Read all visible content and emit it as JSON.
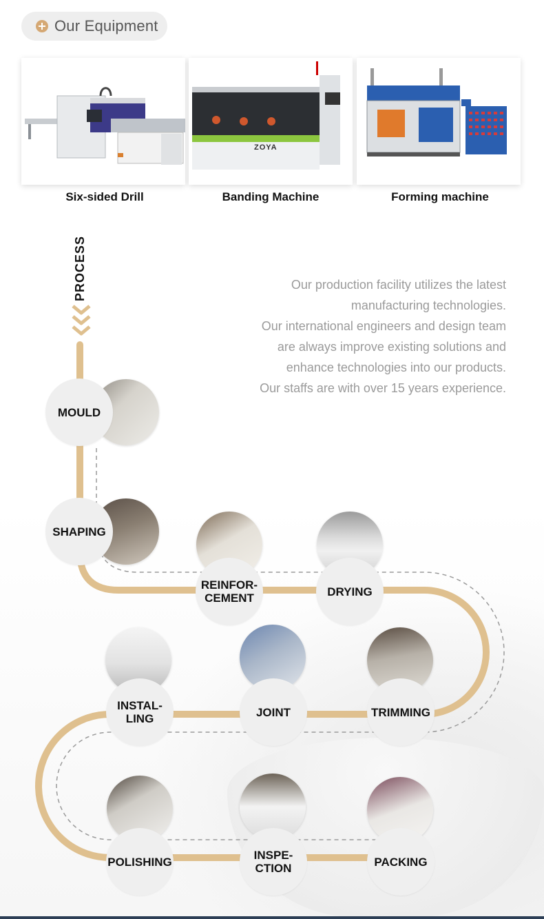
{
  "header": {
    "title": "Our Equipment",
    "icon": "plus-circle-icon",
    "accent_color": "#d5a874"
  },
  "equipment": [
    {
      "label": "Six-sided Drill"
    },
    {
      "label": "Banding Machine",
      "brand_text": "ZOYA"
    },
    {
      "label": "Forming machine"
    }
  ],
  "process": {
    "label": "PROCESS",
    "track_color": "#dfc08f",
    "description": [
      "Our production facility utilizes the latest",
      "manufacturing technologies.",
      "Our international engineers and design team",
      "are always improve existing solutions and",
      "enhance technologies into our products.",
      "Our staffs are with over 15 years experience."
    ],
    "steps": [
      {
        "label": "MOULD"
      },
      {
        "label": "SHAPING"
      },
      {
        "label": "REINFOR-\nCEMENT"
      },
      {
        "label": "DRYING"
      },
      {
        "label": "TRIMMING"
      },
      {
        "label": "JOINT"
      },
      {
        "label": "INSTAL-\nLING"
      },
      {
        "label": "POLISHING"
      },
      {
        "label": "INSPE-\nCTION"
      },
      {
        "label": "PACKING"
      }
    ]
  }
}
